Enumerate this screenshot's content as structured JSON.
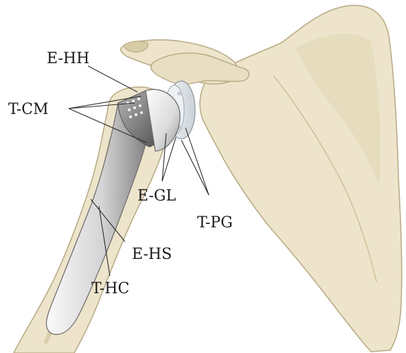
{
  "labels": {
    "e_hh": "E-HH",
    "t_cm": "T-CM",
    "e_gl": "E-GL",
    "t_pg": "T-PG",
    "e_hs": "E-HS",
    "t_hc": "T-HC"
  },
  "colors": {
    "bone_fill": "#ede4cb",
    "bone_edge": "#b9ab86",
    "bone_shadow": "#d9cca8",
    "metal_light": "#f2f2f2",
    "metal_dark": "#8a8a8a",
    "glenoid": "#dde3e8",
    "line": "#2a2a2a"
  }
}
